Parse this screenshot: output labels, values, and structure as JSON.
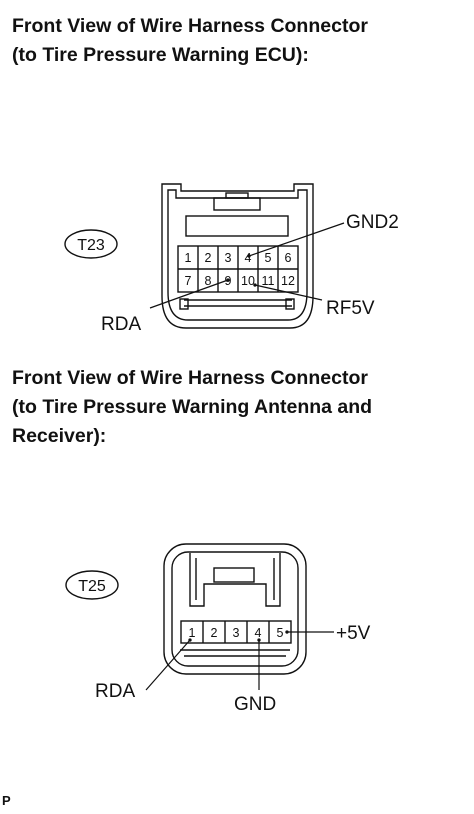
{
  "connector_1": {
    "heading_lines": [
      "Front View of Wire Harness Connector",
      "(to Tire Pressure Warning ECU):"
    ],
    "tag": "T23",
    "pins_top": [
      "1",
      "2",
      "3",
      "4",
      "5",
      "6"
    ],
    "pins_bottom": [
      "7",
      "8",
      "9",
      "10",
      "11",
      "12"
    ],
    "labels": {
      "gnd2": "GND2",
      "rda": "RDA",
      "rf5v": "RF5V"
    }
  },
  "connector_2": {
    "heading_lines": [
      "Front View of Wire Harness Connector",
      "(to Tire Pressure Warning Antenna and",
      "Receiver):"
    ],
    "tag": "T25",
    "pins": [
      "1",
      "2",
      "3",
      "4",
      "5"
    ],
    "labels": {
      "plus5v": "+5V",
      "rda": "RDA",
      "gnd": "GND"
    }
  },
  "footer": {
    "code": "P"
  }
}
